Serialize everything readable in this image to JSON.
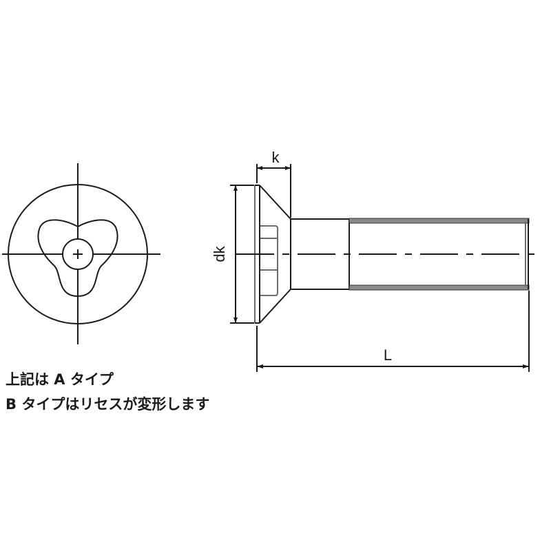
{
  "labels": {
    "head_height": "k",
    "head_diameter": "dk",
    "length": "L"
  },
  "notes": [
    "上記は A タイプ",
    "B タイプはリセスが変形します"
  ]
}
